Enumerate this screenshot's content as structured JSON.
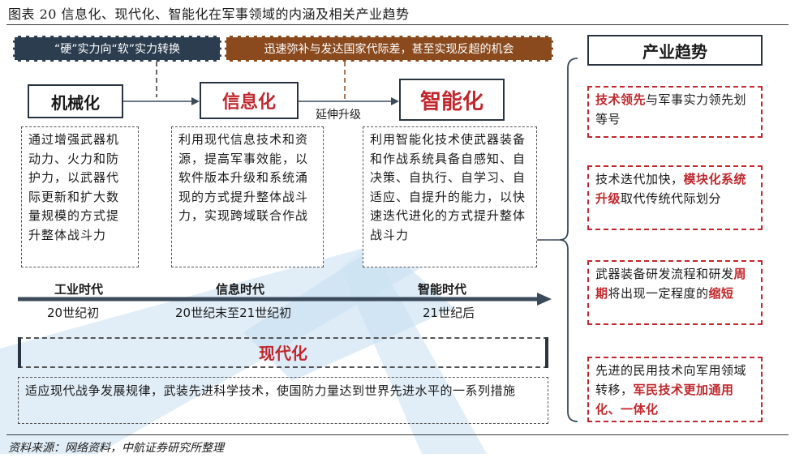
{
  "figure": {
    "title": "图表 20 信息化、现代化、智能化在军事领域的内涵及相关产业趋势",
    "source": "资料来源：网络资料，中航证券研究所整理"
  },
  "banners": {
    "left": "“硬”实力向“软”实力转换",
    "right": "迅速弥补与发达国家代际差，甚至实现反超的机会"
  },
  "stages": {
    "mechanization": "机械化",
    "informatization": "信息化",
    "intelligentization": "智能化",
    "extend_label": "延伸升级"
  },
  "descriptions": {
    "mechanization": "通过增强武器机动力、火力和防护力，以武器代际更新和扩大数量规模的方式提升整体战斗力",
    "informatization": "利用现代信息技术和资源，提高军事效能，以软件版本升级和系统涌现的方式提升整体战斗力，实现跨域联合作战",
    "intelligentization": "利用智能化技术使武器装备和作战系统具备自感知、自决策、自执行、自学习、自适应、自提升的能力，以快速迭代进化的方式提升整体战斗力"
  },
  "timeline": {
    "eras": [
      "工业时代",
      "信息时代",
      "智能时代"
    ],
    "periods": [
      "20世纪初",
      "20世纪末至21世纪初",
      "21世纪后"
    ]
  },
  "modernization": {
    "label": "现代化",
    "description": "适应现代战争发展规律，武装先进科学技术，使国防力量达到世界先进水平的一系列措施"
  },
  "trends": {
    "title": "产业趋势",
    "items": [
      {
        "highlight_a": "技术领先",
        "text_a": "与军事实力领先划等号",
        "highlight_b": "",
        "text_b": ""
      },
      {
        "highlight_a": "",
        "text_a": "技术迭代加快，",
        "highlight_b": "模块化系统升级",
        "text_b": "取代传统代际划分"
      },
      {
        "highlight_a": "",
        "text_a": "武器装备研发流程和研发",
        "highlight_b": "周期",
        "text_b": "将出现一定程度的"
      },
      {
        "highlight_a": "",
        "text_a": "先进的民用技术向军用领域转移，",
        "highlight_b": "军民技术更加通用化、一体化",
        "text_b": ""
      }
    ],
    "item3_tail": "缩短"
  },
  "colors": {
    "accent_red": "#c0282d",
    "banner_dark": "#2b3d4f",
    "banner_brown": "#8a4a1e",
    "watermark_blue": "#cfe4f3",
    "arrow": "#3b4a5a"
  }
}
